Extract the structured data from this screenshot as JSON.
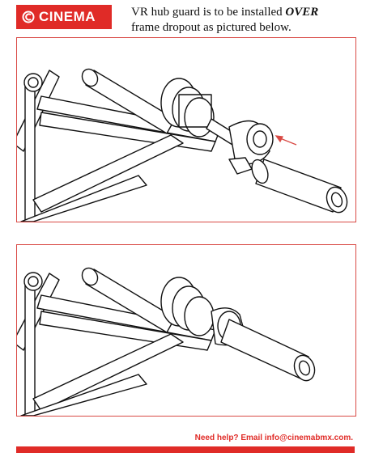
{
  "brand": {
    "name": "CINEMA",
    "color": "#e02b27",
    "icon": "cinema-logo-icon"
  },
  "instruction": {
    "line1_prefix": "VR hub guard is to be installed ",
    "line1_emphasis": "OVER",
    "line2": "frame dropout as pictured below."
  },
  "panels": [
    {
      "step": "before-install",
      "arrow_color": "#d94a45"
    },
    {
      "step": "after-install"
    }
  ],
  "footer": {
    "help_text": "Need help? Email info@cinemabmx.com."
  }
}
